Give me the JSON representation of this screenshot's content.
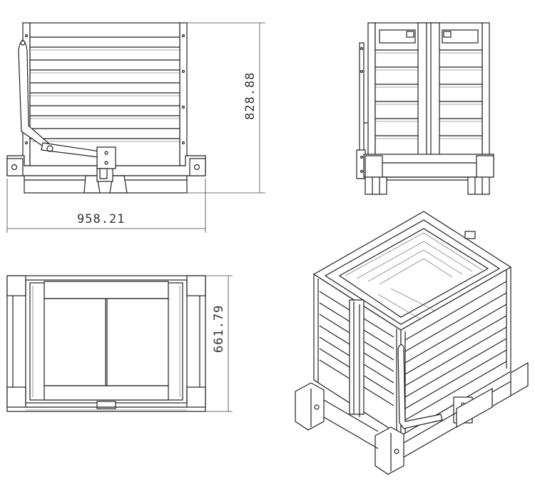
{
  "dimensions": {
    "width": "958.21",
    "height": "828.88",
    "depth": "661.79"
  },
  "views": [
    "front-view",
    "side-view",
    "top-view",
    "isometric-view"
  ],
  "colors": {
    "line": "#222222",
    "dimension_line": "#444444",
    "background": "#ffffff"
  }
}
